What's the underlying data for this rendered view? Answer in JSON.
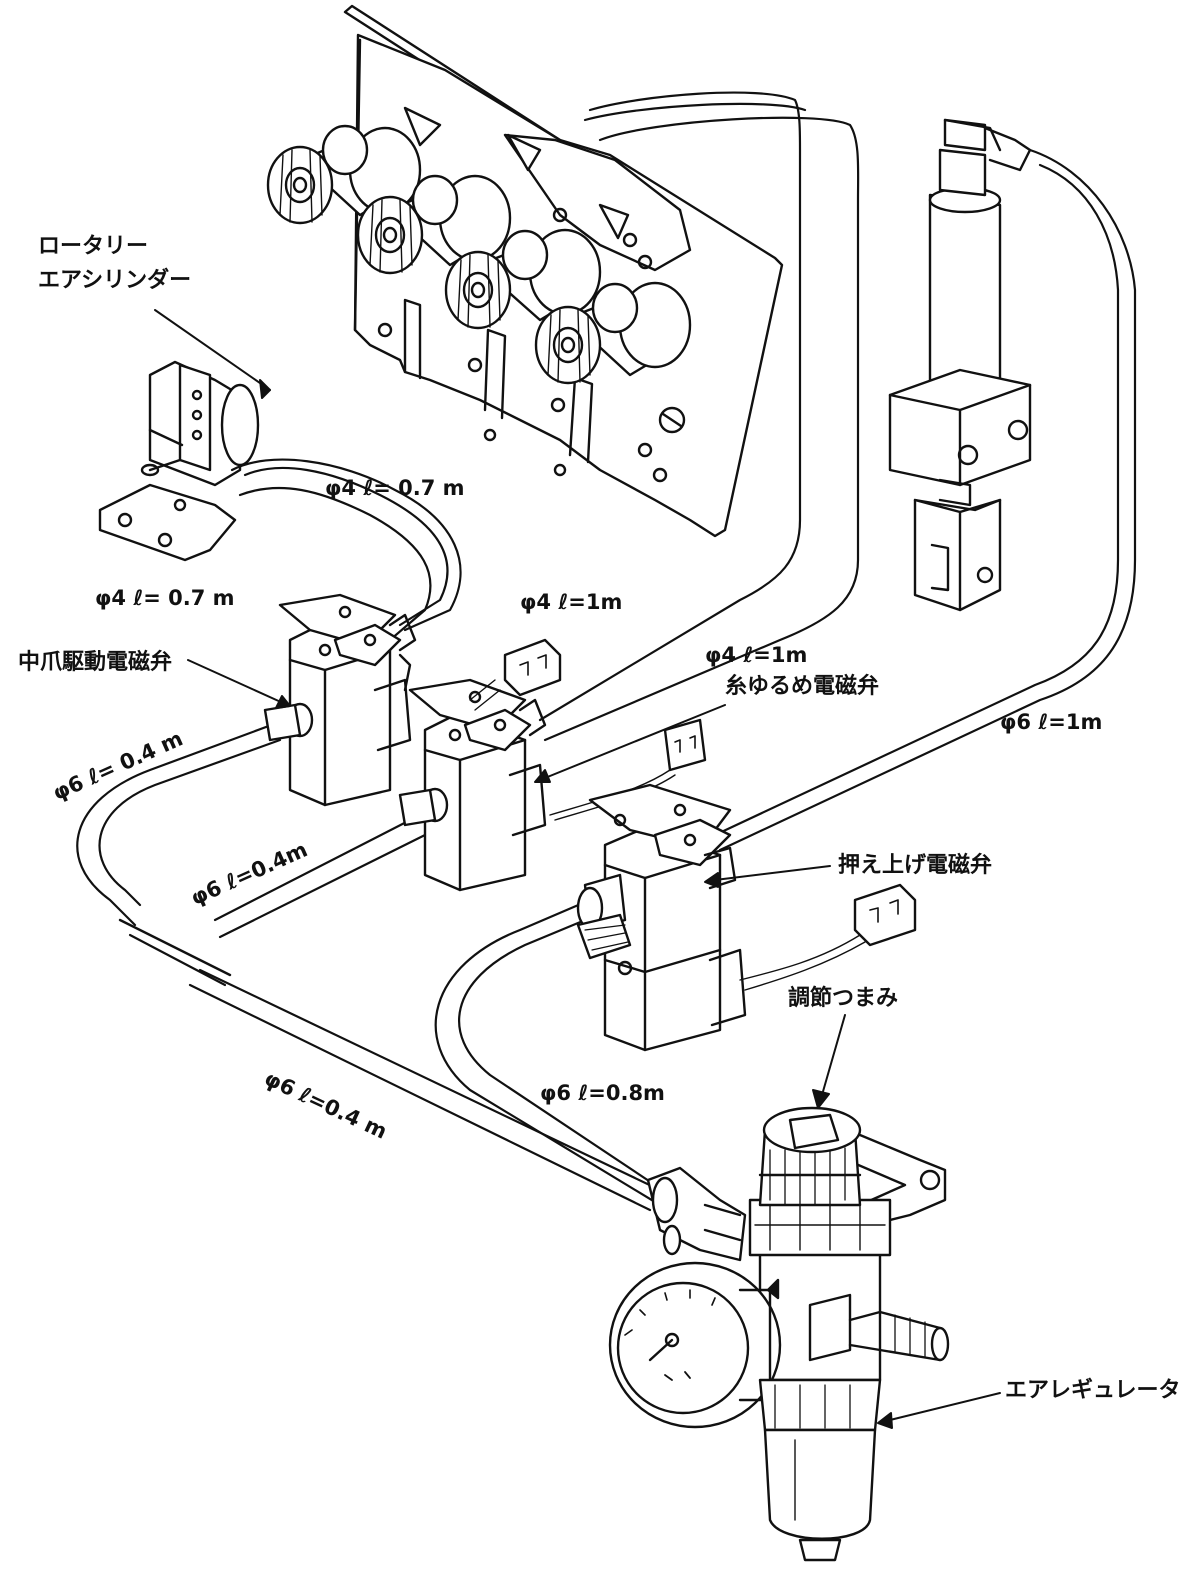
{
  "figure": {
    "parts": {
      "rotary_air_cylinder_line1": "ロータリー",
      "rotary_air_cylinder_line2": "エアシリンダー",
      "center_claw_solenoid": "中爪駆動電磁弁",
      "thread_release_solenoid": "糸ゆるめ電磁弁",
      "push_up_solenoid": "押え上げ電磁弁",
      "adjust_knob": "調節つまみ",
      "air_regulator": "エアレギュレータ"
    },
    "tubes": {
      "t1": "φ4 ℓ=  0.7 m",
      "t2": "φ4 ℓ= 0.7 m",
      "t3": "φ4 ℓ=1m",
      "t4": "φ4 ℓ=1m",
      "t5": "φ6 ℓ=1m",
      "t6": "φ6 ℓ= 0.4 m",
      "t7": "φ6 ℓ=0.4m",
      "t8": "φ6 ℓ=0.8m",
      "t9": "φ6 ℓ=0.4 m"
    }
  }
}
